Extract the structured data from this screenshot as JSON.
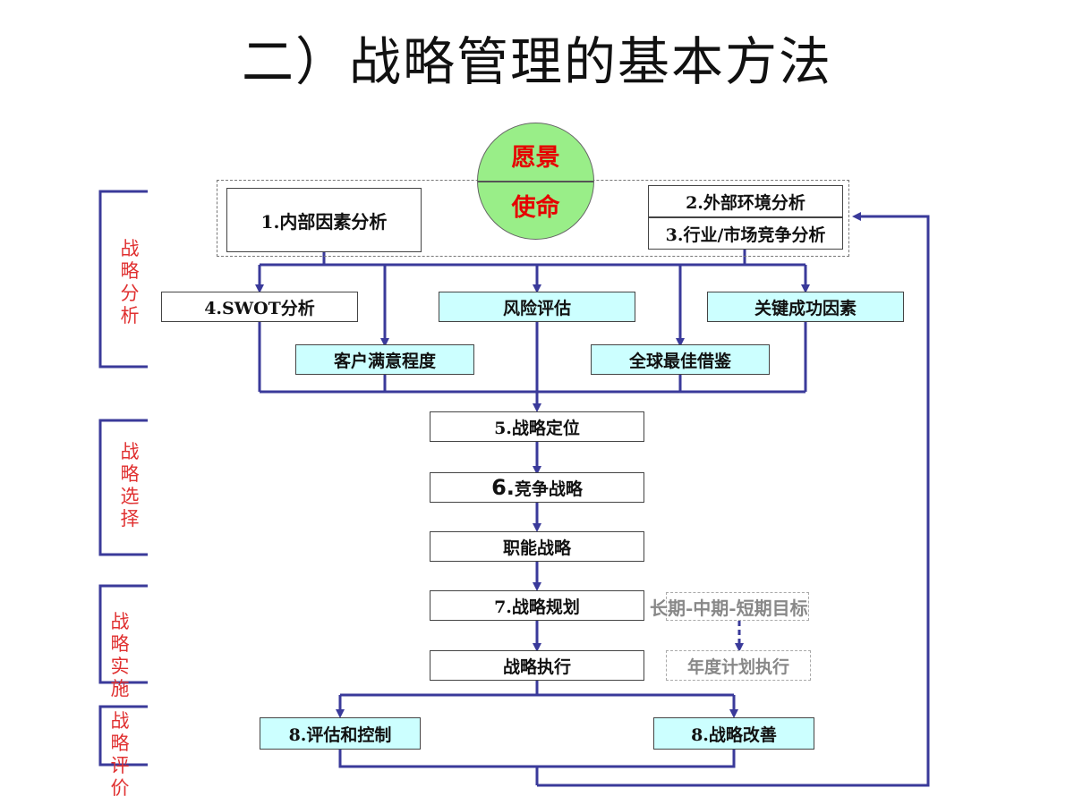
{
  "title": "二）战略管理的基本方法",
  "vision": {
    "top": "愿景",
    "bottom": "使命"
  },
  "analysis_inputs": {
    "internal": "1.内部因素分析",
    "external": "2.外部环境分析",
    "industry": "3.行业/市场竞争分析"
  },
  "analysis_tools": {
    "swot": "4.SWOT分析",
    "risk": "风险评估",
    "ksf": "关键成功因素",
    "customer": "客户满意程度",
    "benchmark": "全球最佳借鉴"
  },
  "selection": {
    "positioning": "5.战略定位",
    "competitive_num": "6.",
    "competitive": "竞争战略",
    "functional": "职能战略"
  },
  "implementation": {
    "planning": "7.战略规划",
    "goals": "长期-中期-短期目标",
    "execution": "战略执行",
    "annual": "年度计划执行"
  },
  "evaluation": {
    "control": "8.评估和控制",
    "improve": "8.战略改善"
  },
  "phases": {
    "analysis": "战略分析",
    "selection": "战略选择",
    "implementation": "战略实施",
    "evaluation": "战略评价"
  },
  "colors": {
    "connector": "#3a3a9a",
    "accent_red": "#e60000",
    "cyan_box": "#ccffff",
    "vision_green": "#99ee88"
  }
}
